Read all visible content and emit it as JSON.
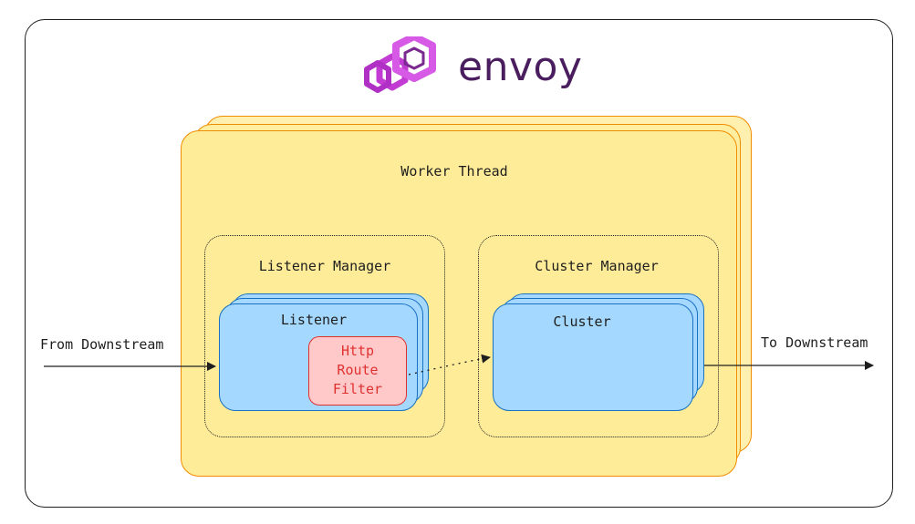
{
  "brand": {
    "name": "envoy",
    "color": "#4a1d5e",
    "accent": "#c23bd3"
  },
  "worker": {
    "label": "Worker Thread",
    "fill": "#ffec99",
    "stroke": "#f08c00"
  },
  "listener_manager": {
    "label": "Listener Manager",
    "listener": {
      "label": "Listener",
      "filter": {
        "lines": [
          "Http",
          "Route",
          "Filter"
        ]
      }
    }
  },
  "cluster_manager": {
    "label": "Cluster Manager",
    "cluster": {
      "label": "Cluster"
    }
  },
  "edges": {
    "inbound": "From Downstream",
    "outbound": "To Downstream"
  },
  "colors": {
    "card_fill": "#a5d8ff",
    "card_stroke": "#1971c2",
    "filter_fill": "#ffc9c9",
    "filter_stroke": "#e03131"
  }
}
